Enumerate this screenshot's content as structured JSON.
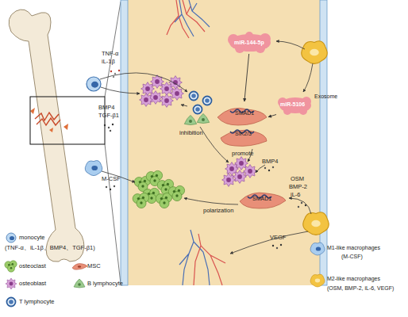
{
  "diagram": {
    "nodes": [
      {
        "text": [
          "miR-144-5p"
        ]
      },
      {
        "text": [
          "Exosome",
          "miR-5106"
        ]
      },
      {
        "text": [
          "SMAD1",
          "SIK2/3"
        ]
      },
      {
        "text": [
          "SMAD1"
        ]
      }
    ],
    "edges": [
      {
        "from": 0,
        "to": 2,
        "arrow": "to"
      },
      {
        "from": 1,
        "to": 2,
        "arrow": "to"
      }
    ],
    "labels": [
      "TNF-α",
      "iL-1β",
      "BMP4",
      "TGF-β1",
      "M-CSF",
      "inhibition",
      "promote",
      "BMP4",
      "OSM",
      "BMP-2",
      "iL-6",
      "polarization",
      "VEGF"
    ],
    "legend": [
      {
        "text": "monocyte"
      },
      {
        "text": "(TNF-α、iL-1β、BMP4、TGF-β1)"
      },
      {
        "text": "osteoclast"
      },
      {
        "text": "osteoblast"
      },
      {
        "text": "T lymphocyte"
      },
      {
        "text": "MSC"
      },
      {
        "text": "B lymphocyte"
      },
      {
        "text": "M1-like macrophages"
      },
      {
        "text": "(M-CSF)"
      },
      {
        "text": "M2-like macrophages"
      },
      {
        "text": "(OSM, BMP-2, iL-6, VEGF)"
      }
    ]
  }
}
